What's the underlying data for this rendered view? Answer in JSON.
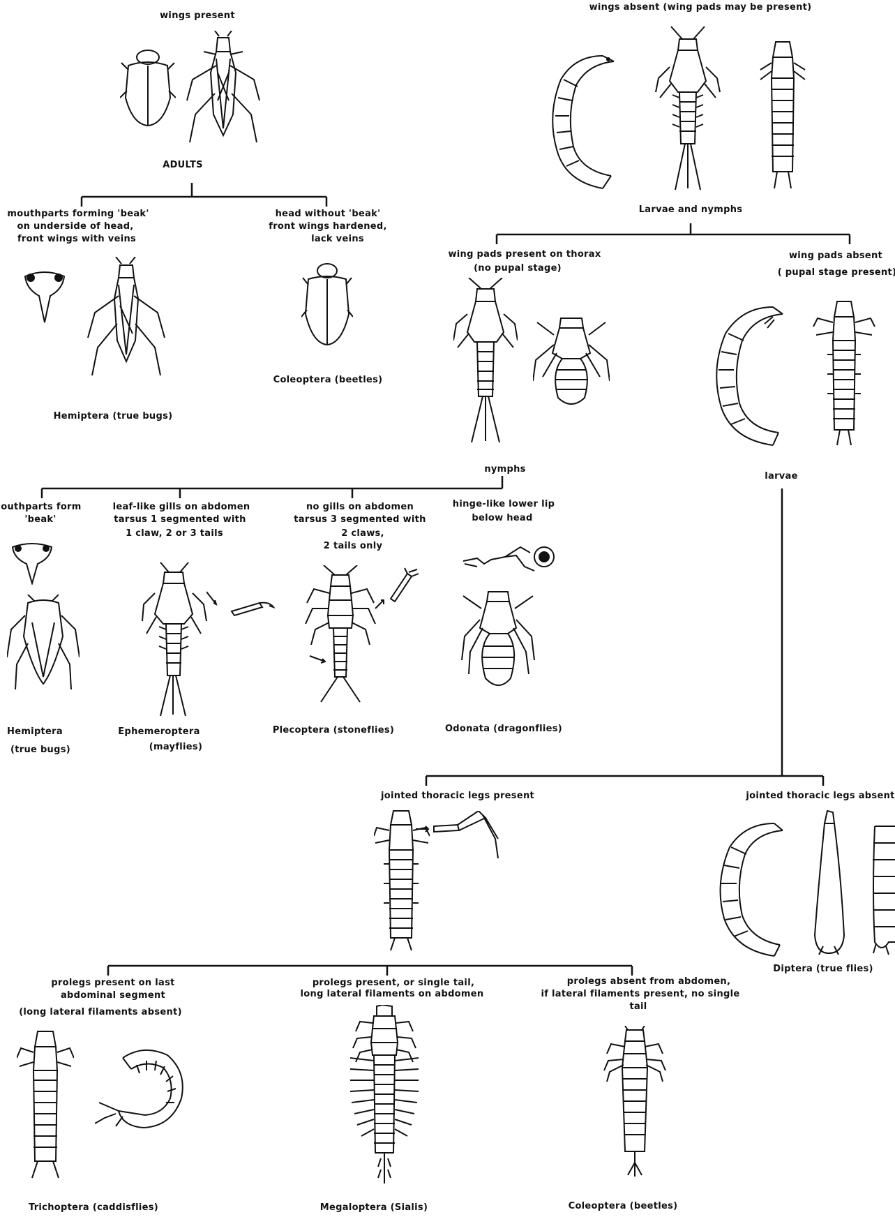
{
  "labels": {
    "wings_present": "wings present",
    "wings_absent": "wings absent  (wing pads may be present)",
    "adults": "ADULTS",
    "larvae_nymphs": "Larvae and nymphs",
    "beak_1": "mouthparts forming 'beak'",
    "beak_2": "on underside of head,",
    "beak_3": "front wings with veins",
    "nobeak_1": "head without 'beak'",
    "nobeak_2": "front wings hardened,",
    "nobeak_3": "lack veins",
    "hemiptera_true_bugs": "Hemiptera  (true bugs)",
    "coleoptera_beetles": "Coleoptera  (beetles)",
    "wingpads_present_1": "wing pads present on thorax",
    "wingpads_present_2": "(no pupal stage)",
    "wingpads_absent_1": "wing pads absent",
    "wingpads_absent_2": "( pupal stage present)",
    "nymphs": "nymphs",
    "larvae": "larvae",
    "mouthparts_beak_1": "mouthparts form",
    "mouthparts_beak_2": "'beak'",
    "leaflike_1": "leaf-like gills on abdomen",
    "leaflike_2": "tarsus 1 segmented with",
    "leaflike_3": "1 claw,  2 or 3 tails",
    "nogills_1": "no gills on abdomen",
    "nogills_2": "tarsus 3 segmented with",
    "nogills_3": "2 claws,",
    "nogills_4": "2 tails only",
    "hinge_1": "hinge-like lower lip",
    "hinge_2": "below head",
    "hemiptera_1": "Hemiptera",
    "hemiptera_2": "(true bugs)",
    "ephemeroptera_1": "Ephemeroptera",
    "ephemeroptera_2": "(mayflies)",
    "plecoptera": "Plecoptera  (stoneflies)",
    "odonata": "Odonata  (dragonflies)",
    "legs_present": "jointed thoracic legs present",
    "legs_absent": "jointed thoracic legs absent",
    "diptera": "Diptera  (true flies)",
    "prolegs_last_1": "prolegs present on last",
    "prolegs_last_2": "abdominal segment",
    "prolegs_last_3": "(long lateral filaments absent)",
    "prolegs_single_1": "prolegs present, or single tail,",
    "prolegs_single_2": "long lateral filaments on abdomen",
    "prolegs_absent_1": "prolegs absent from abdomen,",
    "prolegs_absent_2": "if lateral filaments present, no single",
    "prolegs_absent_3": "tail",
    "trichoptera": "Trichoptera  (caddisflies)",
    "megaloptera": "Megaloptera  (Sialis)",
    "coleoptera_beetles_larva": "Coleoptera   (beetles)"
  }
}
